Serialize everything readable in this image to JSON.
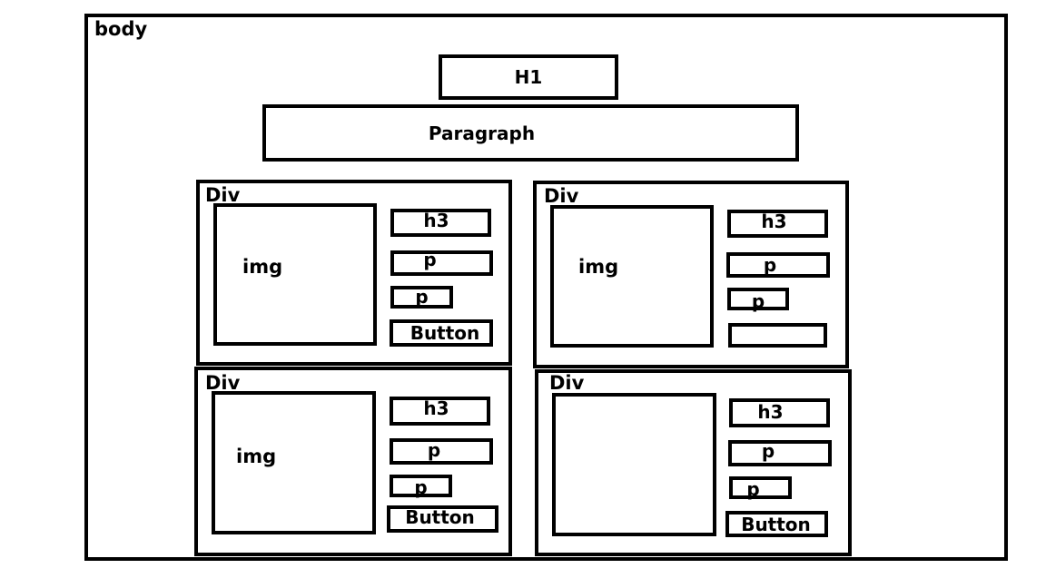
{
  "diagram": {
    "body_label": "body",
    "heading_label": "H1",
    "paragraph_label": "Paragraph",
    "cards": [
      {
        "div_label": "Div",
        "img_label": "img",
        "h3_label": "h3",
        "p1_label": "p",
        "p2_label": "p",
        "button_label": "Button"
      },
      {
        "div_label": "Div",
        "img_label": "img",
        "h3_label": "h3",
        "p1_label": "p",
        "p2_label": "p",
        "button_label": ""
      },
      {
        "div_label": "Div",
        "img_label": "img",
        "h3_label": "h3",
        "p1_label": "p",
        "p2_label": "p",
        "button_label": "Button"
      },
      {
        "div_label": "Div",
        "img_label": "",
        "h3_label": "h3",
        "p1_label": "p",
        "p2_label": "p",
        "button_label": "Button"
      }
    ]
  }
}
